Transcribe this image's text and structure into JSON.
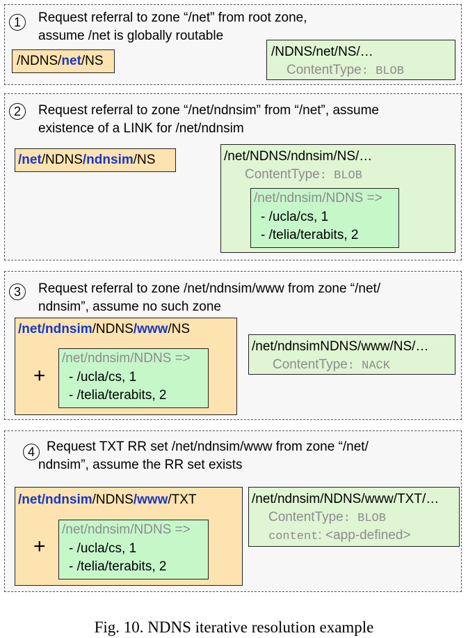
{
  "panels": [
    {
      "number": "1",
      "desc": [
        "Request referral to zone “/net” from root zone,",
        "assume /net is globally routable"
      ],
      "name_parts": [
        {
          "text": "/NDNS/",
          "hl": false
        },
        {
          "text": "net",
          "hl": true
        },
        {
          "text": "/NS",
          "hl": false
        }
      ],
      "data": {
        "title": "/NDNS/net/NS/…",
        "content_type_label": "ContentType",
        "content_type_value": ": BLOB"
      }
    },
    {
      "number": "2",
      "desc": [
        "Request referral to zone “/net/ndnsim”  from “/net”, assume",
        "existence of a LINK for /net/ndnsim"
      ],
      "name_parts": [
        {
          "text": "/net",
          "hl": true
        },
        {
          "text": "/NDNS",
          "hl": false
        },
        {
          "text": "/ndnsim",
          "hl": true
        },
        {
          "text": "/NS",
          "hl": false
        }
      ],
      "data": {
        "title": "/net/NDNS/ndnsim/NS/…",
        "content_type_label": "ContentType",
        "content_type_value": ": BLOB"
      },
      "link": {
        "header": "/net/ndnsim/NDNS =>",
        "items": [
          "- /ucla/cs, 1",
          "- /telia/terabits, 2"
        ]
      }
    },
    {
      "number": "3",
      "desc": [
        "Request referral to zone /net/ndnsim/www from zone “/net/",
        "ndnsim”, assume no such zone"
      ],
      "name_parts": [
        {
          "text": "/net/ndnsim",
          "hl": true
        },
        {
          "text": "/NDNS",
          "hl": false
        },
        {
          "text": "/www",
          "hl": true
        },
        {
          "text": "/NS",
          "hl": false
        }
      ],
      "plus": "+",
      "link": {
        "header": "/net/ndnsim/NDNS =>",
        "items": [
          "- /ucla/cs, 1",
          "- /telia/terabits, 2"
        ]
      },
      "data": {
        "title": "/net/ndnsimNDNS/www/NS/…",
        "content_type_label": "ContentType",
        "content_type_value": ": NACK"
      }
    },
    {
      "number": "4",
      "desc": [
        "Request TXT RR set /net/ndnsim/www from zone “/net/",
        "ndnsim”, assume the RR set exists"
      ],
      "name_parts": [
        {
          "text": "/net/ndnsim",
          "hl": true
        },
        {
          "text": "/NDNS",
          "hl": false
        },
        {
          "text": "/www",
          "hl": true
        },
        {
          "text": "/TXT",
          "hl": false
        }
      ],
      "plus": "+",
      "link": {
        "header": "/net/ndnsim/NDNS =>",
        "items": [
          "- /ucla/cs, 1",
          "- /telia/terabits, 2"
        ]
      },
      "data": {
        "title": "/net/ndnsim/NDNS/www/TXT/…",
        "content_type_label": "ContentType",
        "content_type_value": ": BLOB",
        "content_label": "content",
        "content_value": ": <app-defined>"
      }
    }
  ],
  "caption": "Fig. 10.  NDNS iterative resolution example"
}
